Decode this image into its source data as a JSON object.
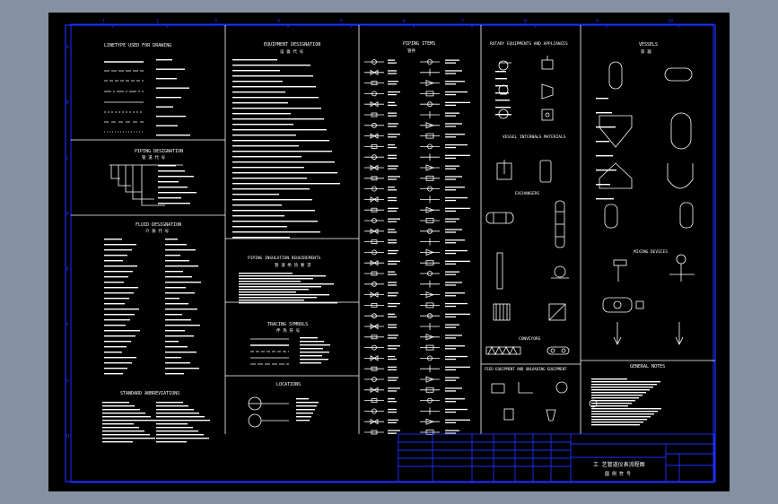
{
  "drawing": {
    "zone_numbers": [
      "1",
      "2",
      "3",
      "4",
      "5",
      "6",
      "7",
      "8",
      "9",
      "10"
    ],
    "zone_letters": [
      "A",
      "B",
      "C",
      "D",
      "E",
      "F",
      "G",
      "H"
    ],
    "sections": {
      "line_types": {
        "title": "LINETYPE USED FOR DRAWING"
      },
      "equipment_designation": {
        "title": "EQUIPMENT DESIGNATION",
        "subtitle": "设 备 代 号"
      },
      "piping_items": {
        "title": "PIPING ITEMS",
        "subtitle": "管件"
      },
      "rotary_equipment": {
        "title": "ROTARY EQUIPMENTS AND APPLIANCES"
      },
      "vessels": {
        "title": "VESSELS",
        "subtitle": "容 器"
      },
      "piping_designation": {
        "title": "PIPING DESIGNATION",
        "subtitle": "管 道 代 号"
      },
      "fluid_designation": {
        "title": "FLUID DESIGNATION",
        "subtitle": "介 质 代 号"
      },
      "abbreviations": {
        "title": "STANDARD ABBREVIATIONS"
      },
      "insulation": {
        "title": "PIPING INSULATION REQUIREMENTS",
        "subtitle": "管 道 绝 热 要 求"
      },
      "tracing_symbols": {
        "title": "TRACING SYMBOLS",
        "subtitle": "伴 热 符 号"
      },
      "location": {
        "title": "LOCATIONS"
      },
      "vessel_internals": {
        "title": "VESSEL INTERNALS MATERIALS"
      },
      "heat_exchangers": {
        "title": "EXCHANGERS"
      },
      "conveyors": {
        "title": "CONVEYORS"
      },
      "mixing_devices": {
        "title": "MIXING DEVICES"
      },
      "general_notes": {
        "title": "GENERAL NOTES"
      },
      "feed_equipment": {
        "title": "FEED EQUIPMENT AND UNLOADING EQUIPMENT"
      }
    },
    "title_block": {
      "main_title": "工 艺管道仪表流程图",
      "sub_title": "图 例 符 号"
    }
  }
}
